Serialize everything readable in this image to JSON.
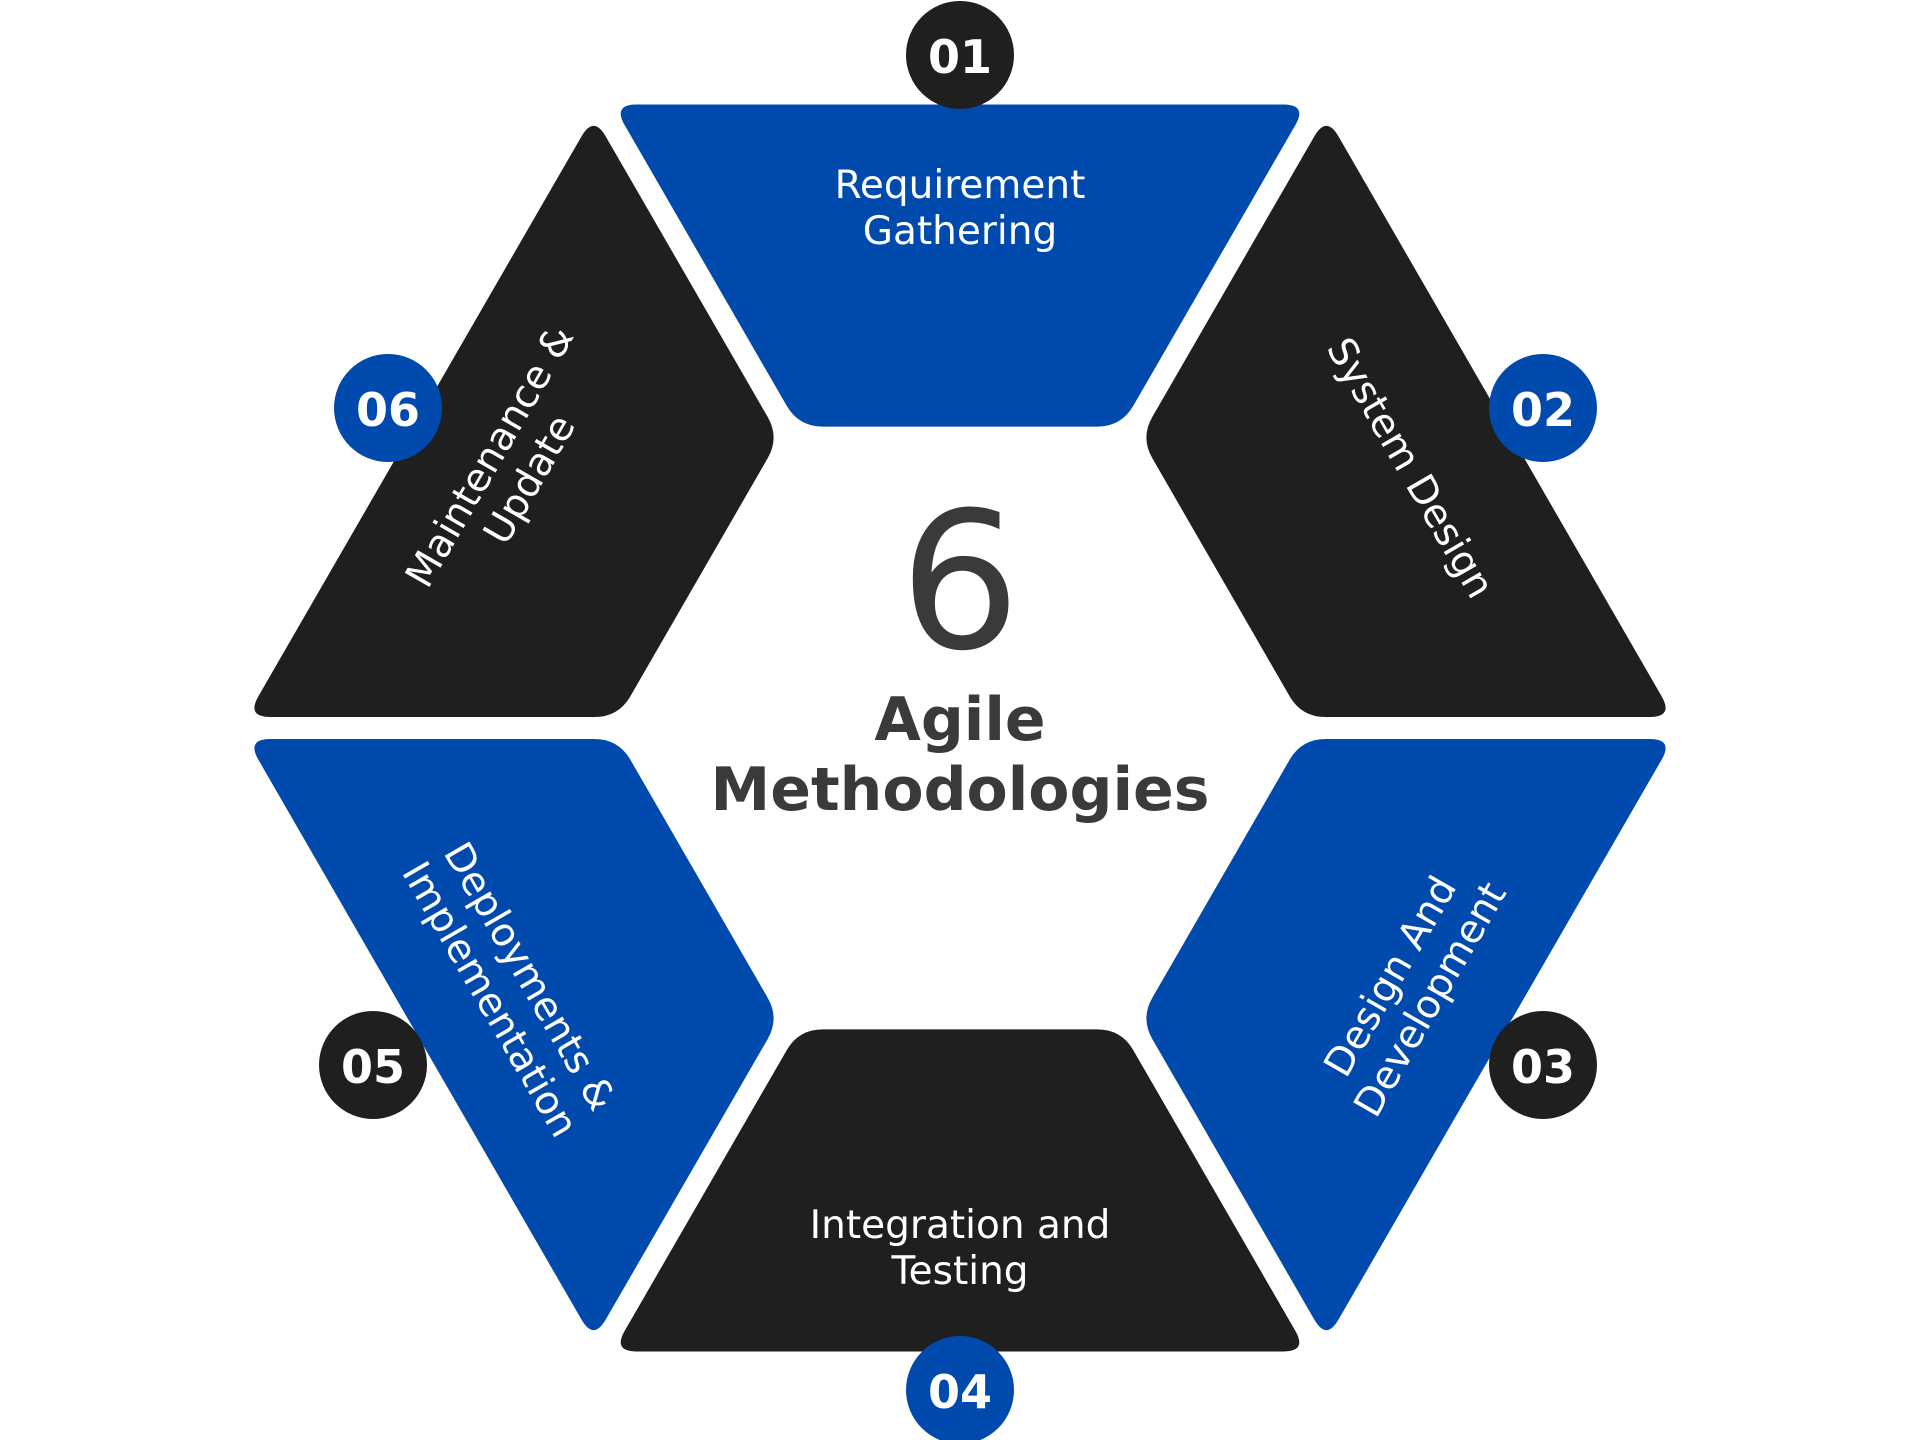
{
  "colors": {
    "blue": "#004aad",
    "dark": "#1f1f1f",
    "hub": "#ffffff",
    "center_text": "#3a3a3a"
  },
  "center": {
    "number": "6",
    "title_line1": "Agile",
    "title_line2": "Methodologies"
  },
  "segments": [
    {
      "number": "01",
      "lines": [
        "Requirement",
        "Gathering"
      ],
      "fill": "blue",
      "badge_fill": "dark"
    },
    {
      "number": "02",
      "lines": [
        "System Design"
      ],
      "fill": "dark",
      "badge_fill": "blue"
    },
    {
      "number": "03",
      "lines": [
        "Design And",
        "Development"
      ],
      "fill": "blue",
      "badge_fill": "dark"
    },
    {
      "number": "04",
      "lines": [
        "Integration and",
        "Testing"
      ],
      "fill": "dark",
      "badge_fill": "blue"
    },
    {
      "number": "05",
      "lines": [
        "Deployments &",
        "Implementation"
      ],
      "fill": "blue",
      "badge_fill": "dark"
    },
    {
      "number": "06",
      "lines": [
        "Maintenance &",
        "Update"
      ],
      "fill": "dark",
      "badge_fill": "blue"
    }
  ]
}
